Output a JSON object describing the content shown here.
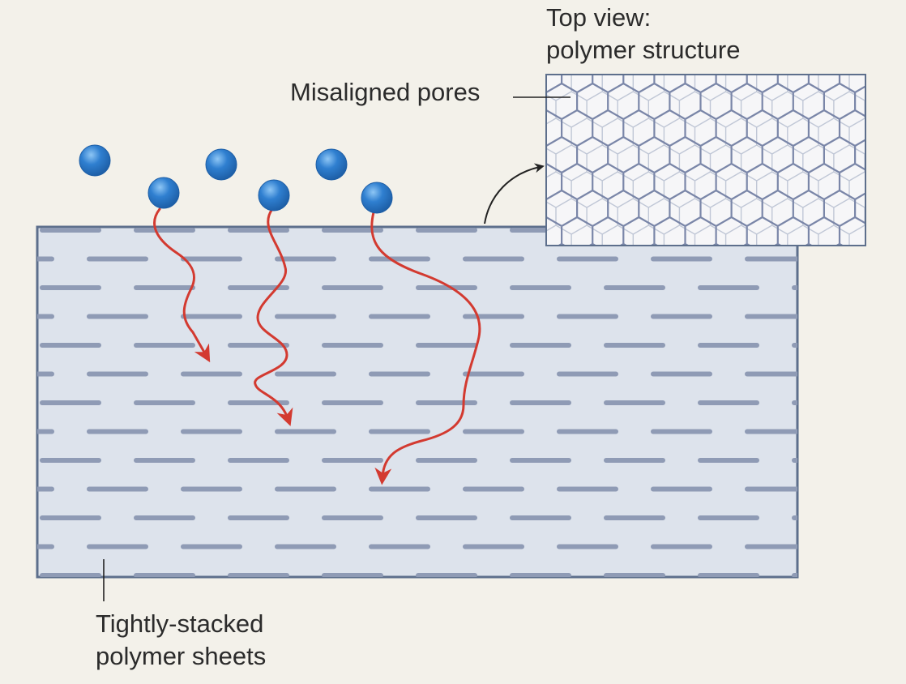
{
  "labels": {
    "top_view_line1": "Top view:",
    "top_view_line2": "polymer structure",
    "misaligned_pores": "Misaligned pores",
    "stacked_line1": "Tightly-stacked",
    "stacked_line2": "polymer sheets"
  },
  "colors": {
    "background": "#f3f1ea",
    "membrane_fill": "#dde3ec",
    "membrane_border": "#5d6f8c",
    "sheet": "#8f9bb5",
    "molecule": "#2f7fd0",
    "arrow": "#d33a30",
    "lattice_strong": "#7a86a8",
    "lattice_faint": "#c0c7d6",
    "text": "#2b2b2b"
  },
  "icons": {
    "molecule": "blue-sphere",
    "path_arrow": "wavy-red-arrow",
    "callout_arrow": "curved-black-arrow"
  },
  "molecules": {
    "count": 6
  },
  "diffusion_paths": {
    "count": 3
  }
}
